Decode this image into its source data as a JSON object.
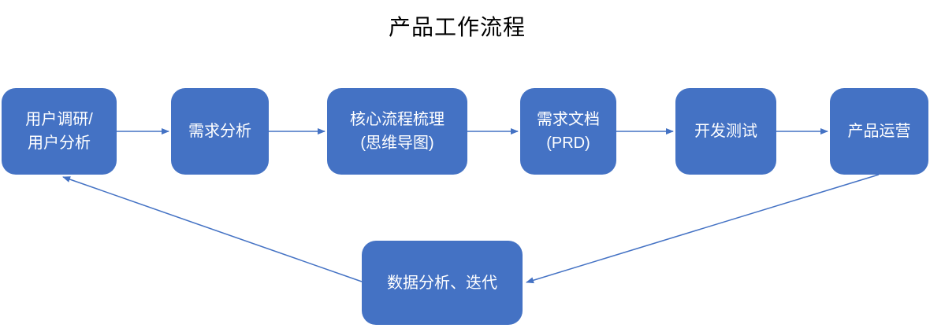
{
  "title": "产品工作流程",
  "colors": {
    "node_fill": "#4472C4",
    "node_text": "#FFFFFF",
    "arrow": "#4472C4",
    "title_text": "#000000",
    "canvas_bg": "#FFFFFF"
  },
  "flow": {
    "nodes": [
      {
        "id": "user-research",
        "lines": [
          "用户调研/",
          "用户分析"
        ]
      },
      {
        "id": "requirement-analysis",
        "lines": [
          "需求分析"
        ]
      },
      {
        "id": "core-process",
        "lines": [
          "核心流程梳理",
          "(思维导图)"
        ]
      },
      {
        "id": "prd-document",
        "lines": [
          "需求文档",
          "(PRD)"
        ]
      },
      {
        "id": "dev-testing",
        "lines": [
          "开发测试"
        ]
      },
      {
        "id": "product-operation",
        "lines": [
          "产品运营"
        ]
      },
      {
        "id": "data-analysis",
        "lines": [
          "数据分析、迭代"
        ]
      }
    ],
    "edges": [
      {
        "from": "user-research",
        "to": "requirement-analysis"
      },
      {
        "from": "requirement-analysis",
        "to": "core-process"
      },
      {
        "from": "core-process",
        "to": "prd-document"
      },
      {
        "from": "prd-document",
        "to": "dev-testing"
      },
      {
        "from": "dev-testing",
        "to": "product-operation"
      },
      {
        "from": "product-operation",
        "to": "data-analysis"
      },
      {
        "from": "data-analysis",
        "to": "user-research"
      }
    ]
  }
}
